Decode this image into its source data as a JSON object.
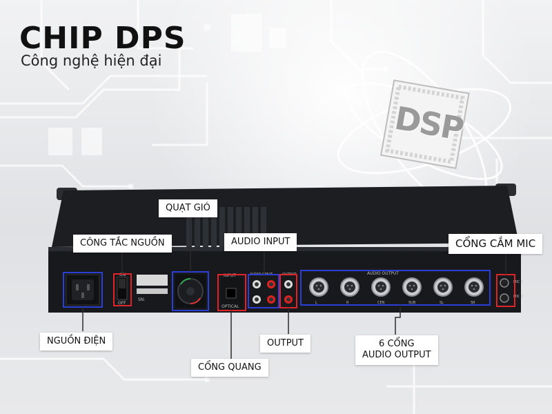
{
  "headline": {
    "title": "CHIP DPS",
    "subtitle": "Công nghệ hiện đại"
  },
  "dsp_badge": "DSP",
  "labels": {
    "quat_gio": "QUẠT GIÓ",
    "cong_tac_nguon": "CÔNG TẮC NGUỒN",
    "audio_input": "AUDIO INPUT",
    "cong_cam_mic": "CỔNG CẮM MIC",
    "nguon_dien": "NGUỒN ĐIỆN",
    "output": "OUTPUT",
    "six_ports_line1": "6 CỔNG",
    "six_ports_line2": "AUDIO OUTPUT",
    "cong_quang": "CỔNG QUANG"
  },
  "panel_text": {
    "input": "INPUT",
    "optical": "OPTICAL",
    "output": "OUTPUT",
    "audio_input": "AUDIO INPUT",
    "audio_output": "AUDIO OUTPUT",
    "mic1": "MIC 1",
    "mic2": "MIC 2",
    "on": "ON",
    "off": "OFF",
    "sn": "SN:",
    "xlr_labels": [
      "L",
      "R",
      "CEN",
      "SUB",
      "SL",
      "SR"
    ]
  },
  "colors": {
    "highlight_blue": "#2b3fd6",
    "highlight_red": "#e0242a",
    "chassis": "#1d1f22"
  }
}
